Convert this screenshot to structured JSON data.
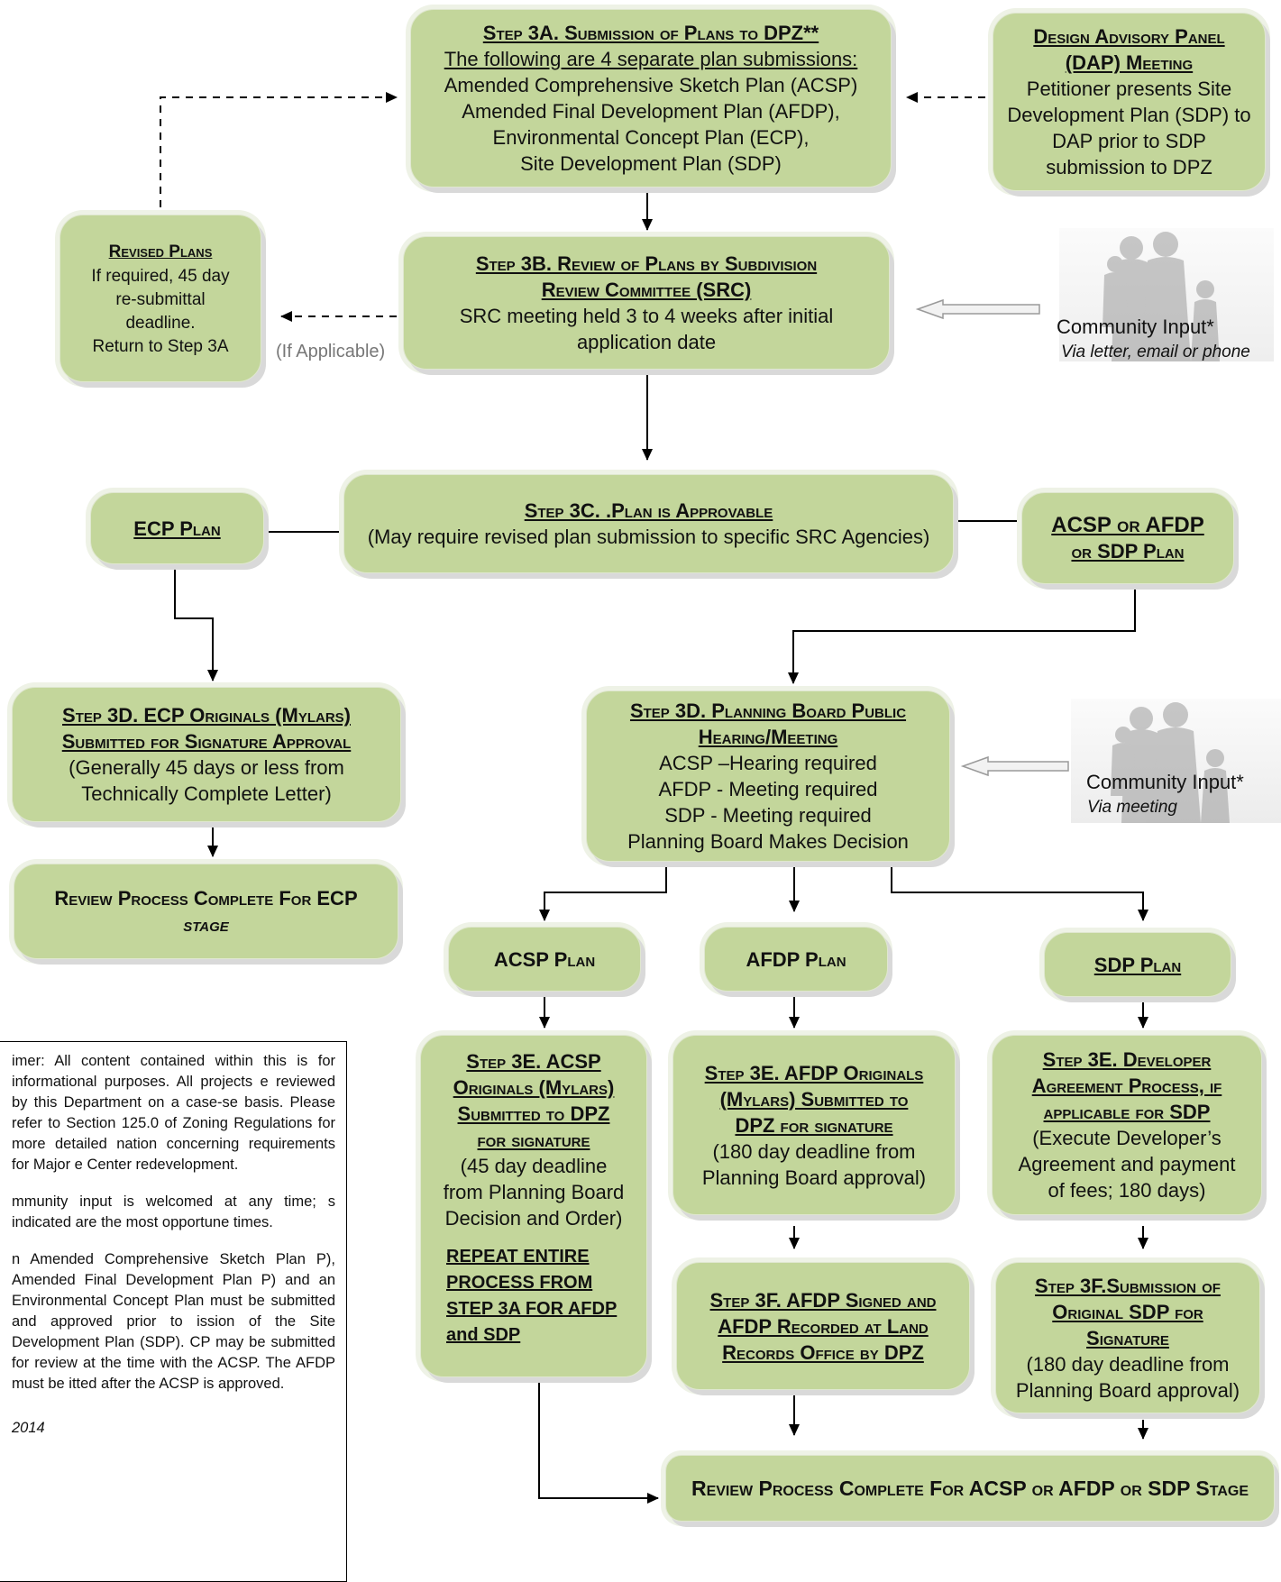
{
  "step3a": {
    "title": "Step 3A. Submission of Plans to DPZ**",
    "subtitle": "The following are 4 separate plan submissions:",
    "lines": [
      "Amended Comprehensive Sketch Plan (ACSP)",
      "Amended Final Development Plan (AFDP),",
      "Environmental Concept Plan (ECP),",
      "Site Development Plan (SDP)"
    ]
  },
  "dap": {
    "title_line1": "Design Advisory Panel",
    "title_line2": "(DAP) Meeting",
    "lines": [
      "Petitioner presents Site",
      "Development Plan (SDP) to",
      "DAP prior to SDP",
      "submission to DPZ"
    ]
  },
  "revised": {
    "title": "Revised Plans",
    "lines": [
      "If required, 45 day",
      "re-submittal",
      "deadline.",
      "Return to Step 3A"
    ]
  },
  "if_applicable": "(If Applicable)",
  "step3b": {
    "title_line1": "Step 3B. Review of Plans by Subdivision",
    "title_line2": "Review Committee (SRC)",
    "lines": [
      "SRC meeting held 3 to 4 weeks after initial",
      "application date"
    ]
  },
  "community1": {
    "label": "Community Input*",
    "note": "Via letter, email or phone"
  },
  "step3c": {
    "title": "Step 3C. .Plan is Approvable",
    "line": "(May require revised plan submission to specific SRC Agencies)"
  },
  "ecp_plan": "ECP Plan",
  "acsp_afdp_sdp": {
    "line1": "ACSP or AFDP",
    "line2": "or SDP Plan"
  },
  "step3d_ecp": {
    "title_line1": "Step 3D. ECP Originals (Mylars)",
    "title_line2": "Submitted for Signature Approval",
    "lines": [
      "(Generally 45 days or less  from",
      "Technically Complete Letter)"
    ]
  },
  "complete_ecp": {
    "line1": "Review Process Complete For ECP",
    "line2": "stage"
  },
  "step3d_pb": {
    "title_line1": "Step 3D. Planning Board Public",
    "title_line2": "Hearing/Meeting",
    "lines": [
      "ACSP –Hearing required",
      "AFDP - Meeting required",
      "SDP - Meeting required",
      "Planning Board Makes Decision"
    ]
  },
  "community2": {
    "label": "Community Input*",
    "note": "Via meeting"
  },
  "acsp_plan": "ACSP Plan",
  "afdp_plan": "AFDP Plan",
  "sdp_plan": "SDP Plan",
  "step3e_acsp": {
    "title_lines": [
      "Step 3E. ACSP",
      "Originals (Mylars)",
      "Submitted to DPZ",
      "for signature"
    ],
    "lines": [
      "(45 day deadline",
      "from Planning Board",
      "Decision and Order)"
    ],
    "repeat_lines": [
      "REPEAT ENTIRE",
      "PROCESS FROM",
      "STEP 3A FOR AFDP",
      "and SDP"
    ]
  },
  "step3e_afdp": {
    "title_lines": [
      "Step 3E. AFDP Originals",
      "(Mylars) Submitted to",
      "DPZ for signature"
    ],
    "lines": [
      "(180 day deadline from",
      "Planning Board approval)"
    ]
  },
  "step3e_sdp": {
    "title_lines": [
      "Step 3E. Developer",
      "Agreement Process, if",
      "applicable for SDP"
    ],
    "lines": [
      "(Execute Developer’s",
      "Agreement and payment",
      "of fees; 180 days)"
    ]
  },
  "step3f_afdp": {
    "title_lines": [
      "Step 3F. AFDP Signed and",
      "AFDP Recorded at Land",
      "Records Office by DPZ"
    ]
  },
  "step3f_sdp": {
    "title_lines": [
      "Step 3F.Submission of",
      "Original SDP for",
      "Signature"
    ],
    "lines": [
      "(180 day deadline from",
      "Planning Board approval)"
    ]
  },
  "complete_final": "Review Process Complete For ACSP or AFDP or SDP Stage",
  "disclaimer": {
    "p1": "imer:  All content contained within this is for informational purposes.  All projects e reviewed by this Department on a case-se basis.  Please refer to Section 125.0 of Zoning Regulations for more detailed nation concerning requirements for Major e Center redevelopment.",
    "p2": "mmunity input is welcomed at any time; s indicated are the most opportune times.",
    "p3": "n Amended Comprehensive Sketch Plan P), Amended Final Development Plan P) and an Environmental Concept Plan must be submitted and approved prior to ission of the Site Development Plan (SDP). CP may be submitted for review at the time with the ACSP.  The AFDP must be itted after the ACSP is approved.",
    "date": "2014"
  },
  "colors": {
    "box_fill": "#c3d69b",
    "box_border": "#dfe7cf",
    "arrow_gray": "#bfbfbf"
  }
}
